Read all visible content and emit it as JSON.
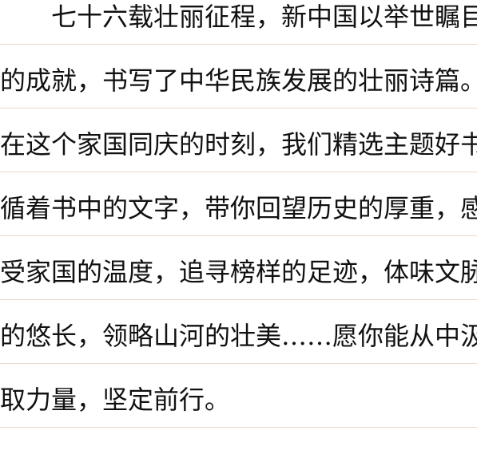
{
  "document": {
    "lines": [
      "七十六载壮丽征程，新中国以举世瞩目",
      "的成就，书写了中华民族发展的壮丽诗篇。",
      "在这个家国同庆的时刻，我们精选主题好书，",
      "循着书中的文字，带你回望历史的厚重，感",
      "受家国的温度，追寻榜样的足迹，体味文脉",
      "的悠长，领略山河的壮美……愿你能从中汲",
      "取力量，坚定前行。"
    ]
  },
  "colors": {
    "text": "#111111",
    "rule": "#ead9c4",
    "background": "#ffffff"
  }
}
